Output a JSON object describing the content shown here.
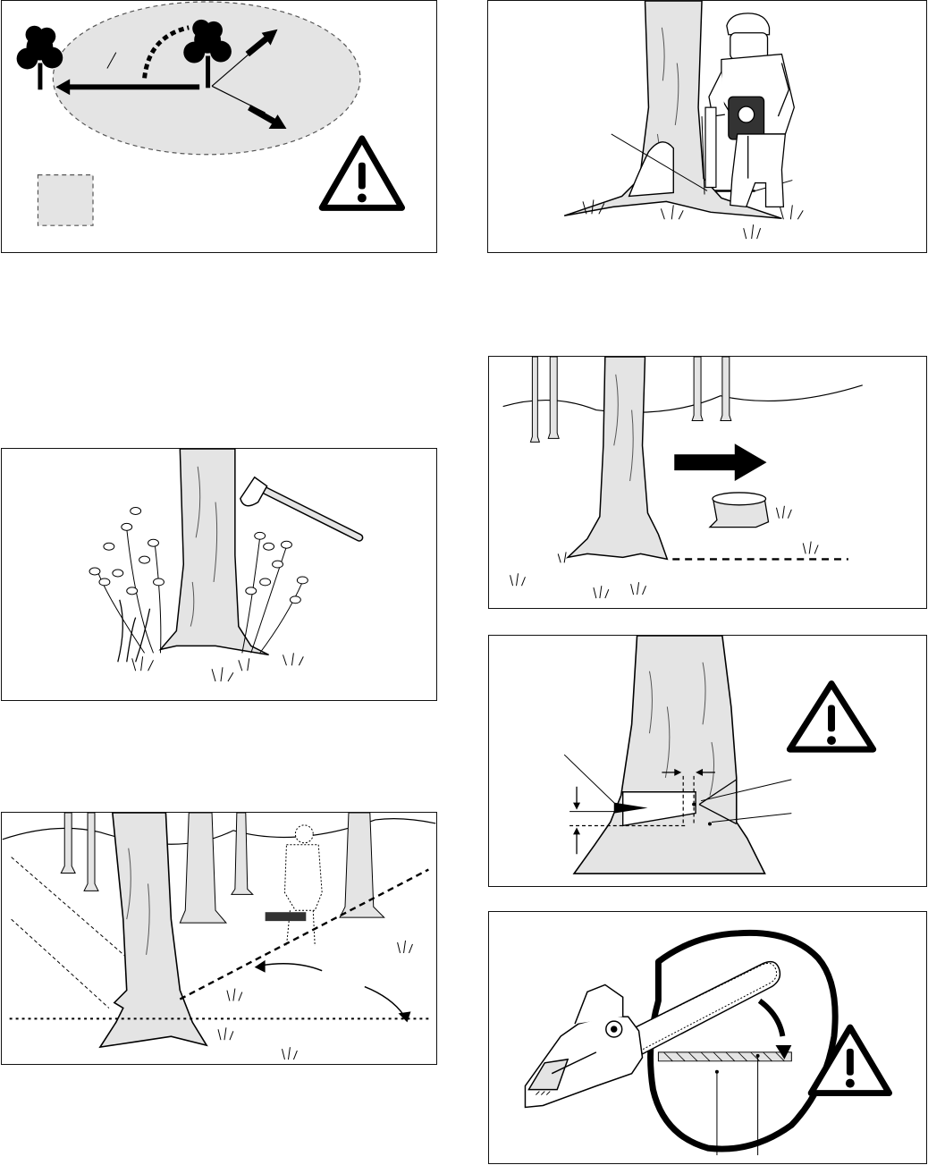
{
  "page": {
    "background": "#ffffff",
    "ink": "#111111",
    "shade": "#e4e4e4"
  },
  "figures": [
    {
      "id": "felling-zone",
      "icon": "warning-triangle-icon"
    },
    {
      "id": "sawing-operator",
      "icon": "none"
    },
    {
      "id": "clearing-brush",
      "icon": "axe-icon"
    },
    {
      "id": "felling-direction-stump",
      "icon": "arrow-right-icon"
    },
    {
      "id": "notch-and-felling-cut",
      "icon": "warning-triangle-icon"
    },
    {
      "id": "retreat-path",
      "icon": "curved-arrow-icon"
    },
    {
      "id": "chainsaw-in-log",
      "icon": "warning-triangle-icon"
    }
  ]
}
